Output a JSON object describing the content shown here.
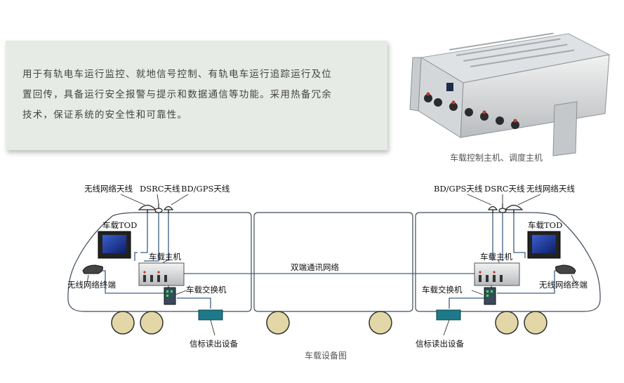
{
  "intro": {
    "lines": [
      "用于有轨电车运行监控、就地信号控制、有轨电车运行追踪运行及位",
      "置回传，具备运行安全报警与提示和数据通信等功能。采用热备冗余",
      "技术，保证系统的安全性和可靠性。"
    ]
  },
  "product": {
    "caption": "车载控制主机、调度主机"
  },
  "diagram": {
    "caption": "车载设备图",
    "center_label": "双端通讯网络",
    "left": {
      "antenna_wireless": "无线网络天线",
      "antenna_dsrc": "DSRC天线",
      "antenna_bdgps": "BD/GPS天线",
      "tod": "车载TOD",
      "host": "车载主机",
      "wireless_terminal": "无线网络终端",
      "switch": "车载交换机",
      "beacon_reader": "信标读出设备"
    },
    "right": {
      "antenna_bdgps": "BD/GPS天线",
      "antenna_dsrc": "DSRC天线",
      "antenna_wireless": "无线网络天线",
      "tod": "车载TOD",
      "host": "车载主机",
      "wireless_terminal": "无线网络终端",
      "switch": "车载交换机",
      "beacon_reader": "信标读出设备"
    }
  },
  "colors": {
    "panel_bg": "#e7ebe5",
    "line": "#3d5f86",
    "cable": "#2a6fd0",
    "beacon": "#1d7a8a",
    "wheel": "#e3d7a8"
  }
}
